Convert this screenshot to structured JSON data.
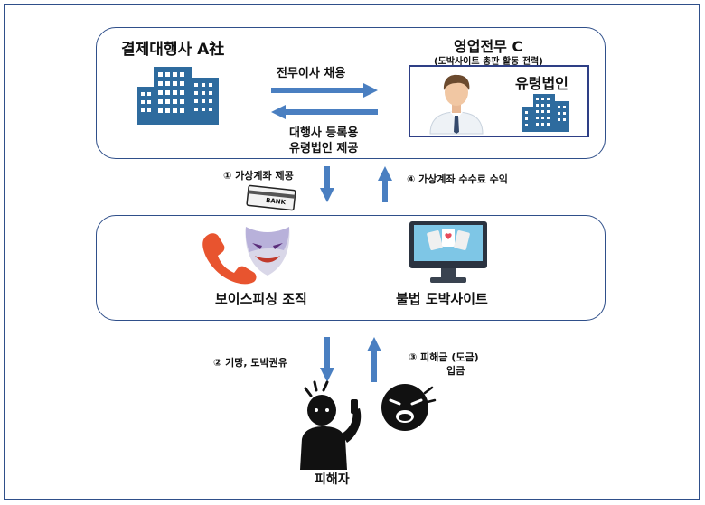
{
  "top": {
    "company_a": "결제대행사 A社",
    "executive_c": "영업전무 C",
    "executive_c_note": "(도박사이트 총판 활동 전력)",
    "ghost_corp": "유령법인",
    "arrow_right_label": "전무이사 채용",
    "arrow_left_label_1": "대행사 등록용",
    "arrow_left_label_2": "유령법인 제공"
  },
  "flows_upper": {
    "step1": "① 가상계좌 제공",
    "bank_card_text": "BANK",
    "step4": "④ 가상계좌 수수료 수익"
  },
  "middle": {
    "voice_phishing": "보이스피싱 조직",
    "gambling_site": "불법 도박사이트"
  },
  "flows_lower": {
    "step2": "② 기망, 도박권유",
    "step3_line1": "③ 피해금 (도금)",
    "step3_line2": "입금"
  },
  "bottom": {
    "victim": "피해자"
  },
  "colors": {
    "border": "#2f4f8a",
    "arrow": "#4a7fc1",
    "building": "#2e6b9e",
    "phone": "#e8542f"
  },
  "icons": [
    "building-icon",
    "businessman-avatar-icon",
    "bank-card-icon",
    "phone-icon",
    "mask-icon",
    "monitor-cards-icon",
    "victim-icon",
    "shouting-person-icon"
  ]
}
